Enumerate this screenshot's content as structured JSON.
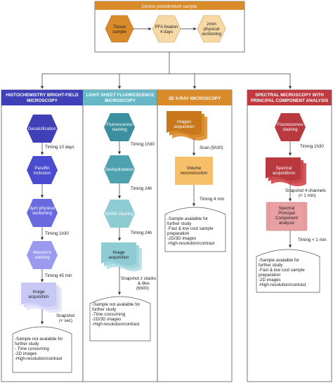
{
  "colors": {
    "orange": "#d98a29",
    "orange_light": "#f7d9a6",
    "orange_mid": "#eaa94d",
    "blue_dark": "#3f3fb8",
    "blue_mid": "#6a6ae0",
    "blue_light": "#9a9af0",
    "blue_pale": "#c8c8f5",
    "teal_dark": "#3c8f9e",
    "teal_mid": "#5aabb8",
    "teal_light": "#8fcbd3",
    "teal_header": "#67b8c6",
    "red_dark": "#b8393e",
    "red_mid": "#d8585c",
    "red_light": "#e8a0a2",
    "red_header": "#c0393f"
  },
  "top": {
    "title": "Canine periodontium sample",
    "steps": [
      "Tissue sample",
      "PFA fixation 4 days",
      "2mm physical sectioning"
    ]
  },
  "columns": [
    {
      "id": "histo",
      "header": [
        "HISTOCHEMISTRY BRIGHT-FIELD",
        "MICROSCOPY"
      ],
      "steps": [
        "Decalcification",
        "Paraffin inclusion",
        "3µm physical sectioning",
        "Masson's staining",
        "Image acquisition"
      ],
      "timings": [
        "Timing 10 days",
        "Timing 1h30",
        "Timing 45 min",
        "Snapshot (< sec)"
      ],
      "notes": [
        "-Sample not avalaible for further study",
        "- Time consuming",
        "-2D images",
        "-High-resolution/contrast"
      ]
    },
    {
      "id": "lightsheet",
      "header": [
        "LIGHT SHEET FLUORESCENCE",
        "MICROSCOPY"
      ],
      "steps": [
        "Fluorescence staining",
        "Deshydratation",
        "BABB clearing",
        "Image acquisition"
      ],
      "timings": [
        "Timing 1h30",
        "Timing 24h",
        "Timing 24h",
        "Snapshot z stacks & tiles (6h00)"
      ],
      "notes": [
        "-Sample not avalaible for further study",
        "-Time consuming",
        "-2D/3D images",
        "-High-resolution/contrast"
      ]
    },
    {
      "id": "xray",
      "header": [
        "3D X-RAY MICROSCOPY"
      ],
      "steps": [
        "Images acquisition",
        "Volume reconstruction"
      ],
      "timings": [
        "Scan (5h30)",
        "Timing 4 min"
      ],
      "notes": [
        "-Sample avalaible for further study",
        "-Fast & low cost sample preparation",
        "-2D/3D images",
        "-High-resolution/contrast"
      ]
    },
    {
      "id": "spectral",
      "header": [
        "SPECTRAL MICROSCOPY WITH",
        "PRINCIPAL COMPONENT ANALYSIS"
      ],
      "steps": [
        "Fluorescence staining",
        "Spectral acquisitions",
        "Spectral Principal Component analysis"
      ],
      "timings": [
        "Timing 1h30",
        "Snapshot 4 channels (< 1 min)",
        "Timing < 1 min"
      ],
      "notes": [
        "-Sample avalaible for further study",
        "-Fast & low cost sample preparation",
        "-2D images",
        "-High-resolution/contrast"
      ]
    }
  ]
}
